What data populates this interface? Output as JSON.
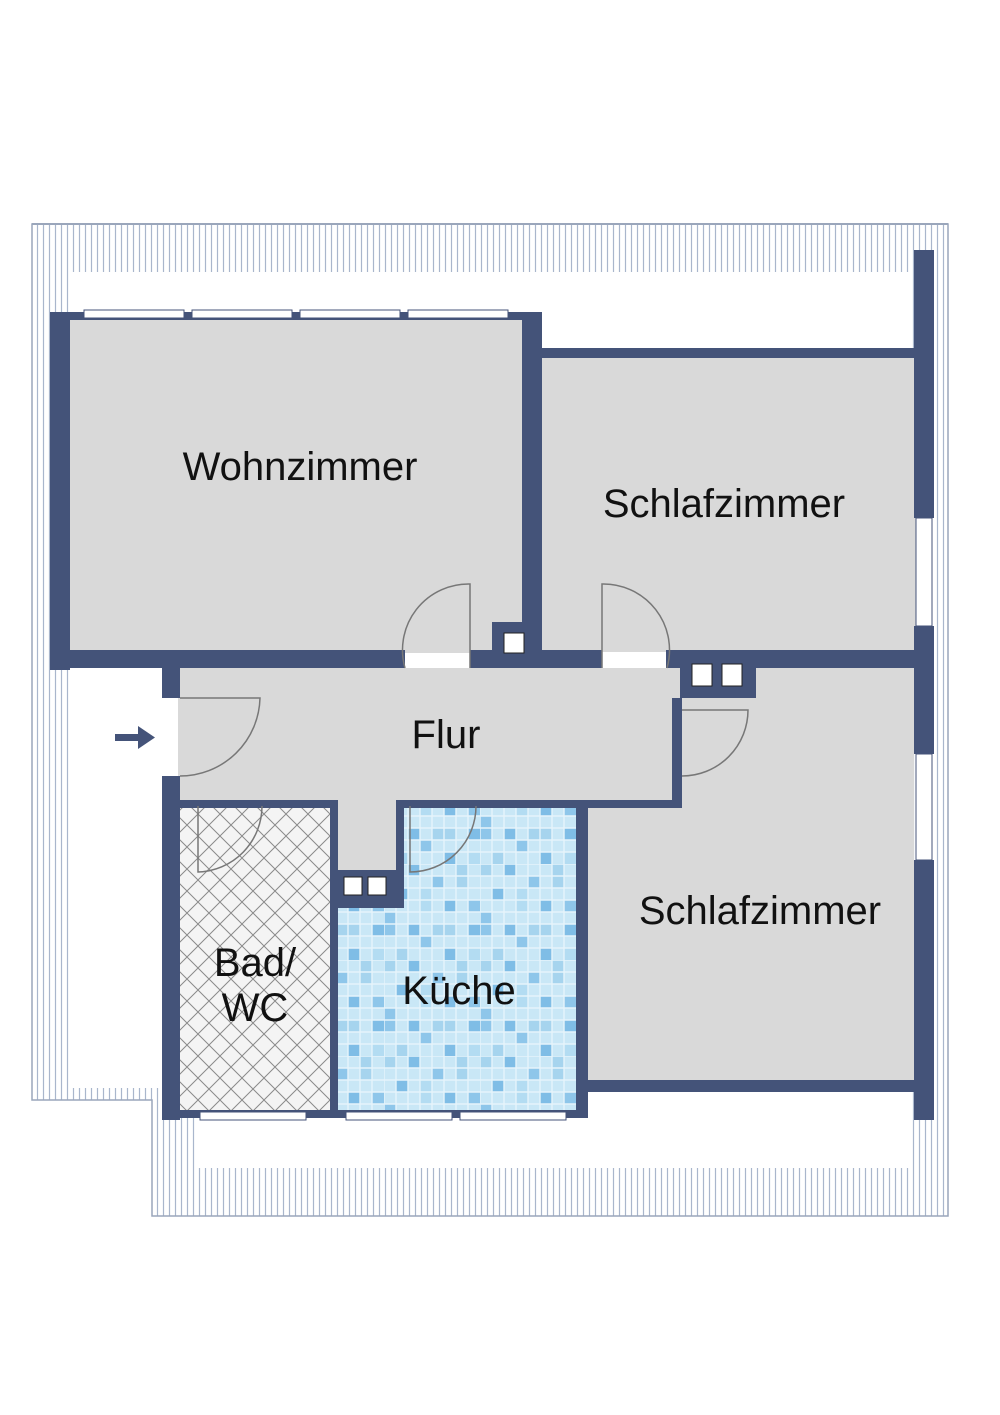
{
  "rooms": {
    "wohnzimmer": "Wohnzimmer",
    "schlafzimmer_top": "Schlafzimmer",
    "flur": "Flur",
    "schlafzimmer_bottom": "Schlafzimmer",
    "bad_line1": "Bad/",
    "bad_line2": "WC",
    "kueche": "Küche"
  },
  "colors": {
    "wall": "#445379",
    "floor": "#d9d9d9",
    "roof_line": "#a9b6cc",
    "kitchen_tile": "#a8d6ee",
    "bath_tile": "#f2f2f2",
    "arrow": "#445379"
  },
  "icons": {
    "entry_arrow": "arrow-right-icon",
    "chimney": "chimney-flue-icon"
  }
}
